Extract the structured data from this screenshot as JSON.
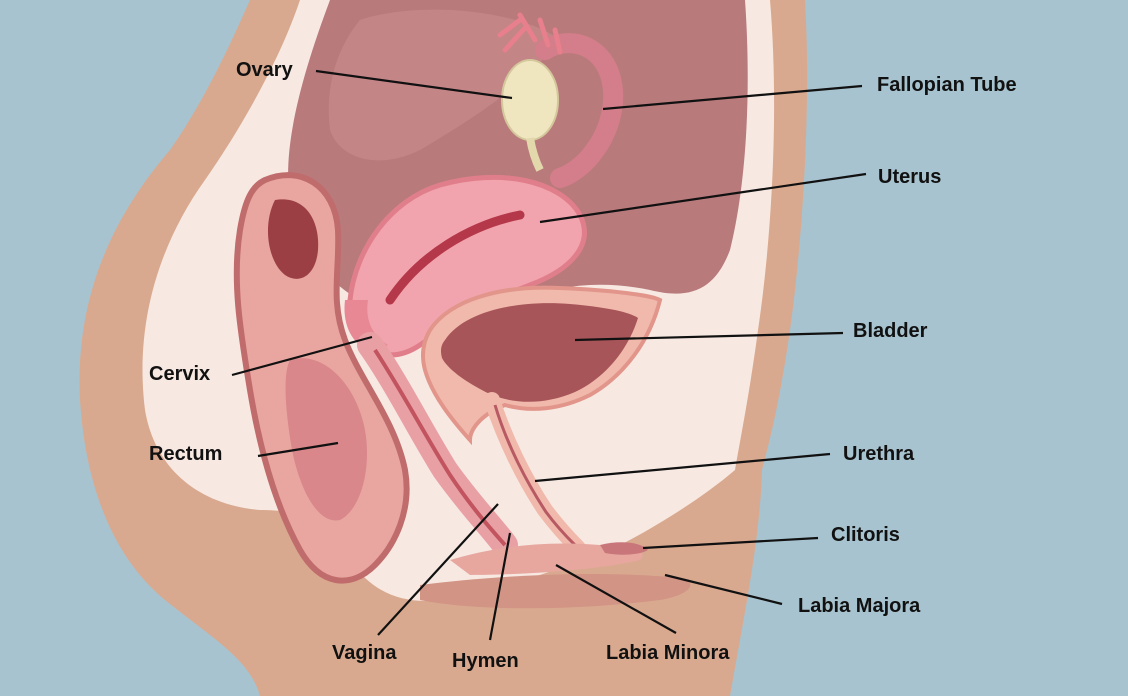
{
  "labels": {
    "ovary": "Ovary",
    "fallopian_tube": "Fallopian Tube",
    "uterus": "Uterus",
    "bladder": "Bladder",
    "cervix": "Cervix",
    "rectum": "Rectum",
    "urethra": "Urethra",
    "clitoris": "Clitoris",
    "labia_majora": "Labia Majora",
    "vagina": "Vagina",
    "hymen": "Hymen",
    "labia_minora": "Labia Minora"
  },
  "colors": {
    "background": "#a7c3cf",
    "skin": "#d9a98f",
    "cavity": "#f7e9e2",
    "peritoneum": "#b97a7c",
    "uterus": "#f1a4ad",
    "bladder_wall": "#f0b9ab",
    "bladder_inner": "#a8555a",
    "rectum": "#e9a6a0",
    "ovary": "#efe6c0",
    "leader_line": "#111111"
  }
}
